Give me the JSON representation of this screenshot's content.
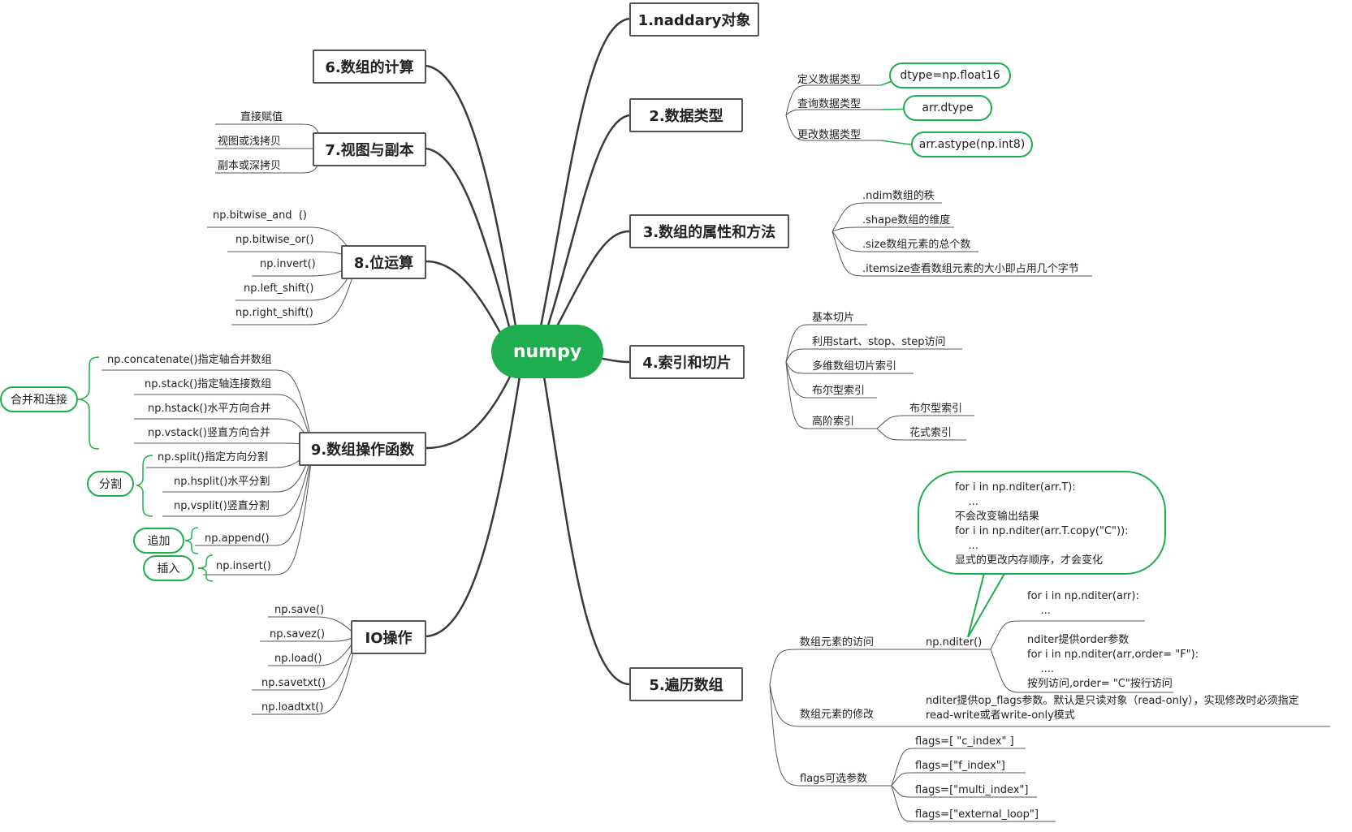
{
  "root": "numpy",
  "n1": "1.naddary对象",
  "n2": "2.数据类型",
  "n3": "3.数组的属性和方法",
  "n4": "4.索引和切片",
  "n5": "5.遍历数组",
  "n6": "6.数组的计算",
  "n7": "7.视图与副本",
  "n8": "8.位运算",
  "n9": "9.数组操作函数",
  "nio": "IO操作",
  "dtype": {
    "define": "定义数据类型",
    "define_ex": "dtype=np.float16",
    "query": "查询数据类型",
    "query_ex": "arr.dtype",
    "change": "更改数据类型",
    "change_ex": "arr.astype(np.int8)"
  },
  "attrs": [
    ".ndim数组的秩",
    ".shape数组的维度",
    ".size数组元素的总个数",
    ".itemsize查看数组元素的大小即占用几个字节"
  ],
  "slicing": {
    "items": [
      "基本切片",
      "利用start、stop、step访问",
      "多维数组切片索引",
      "布尔型索引"
    ],
    "advanced": "高阶索引",
    "advanced_items": [
      "布尔型索引",
      "花式索引"
    ]
  },
  "iterate": {
    "access": "数组元素的访问",
    "nditer": "np.nditer()",
    "bubble": [
      "for i in np.nditer(arr.T):",
      "    ...",
      "不会改变输出结果",
      "for i in np.nditer(arr.T.copy(\"C\")):",
      "    ...",
      "显式的更改内存顺序，才会变化"
    ],
    "loop": [
      "for i in np.nditer(arr):",
      "    ..."
    ],
    "order": [
      "nditer提供order参数",
      "for i in np.nditer(arr,order= \"F\"):",
      "    ....",
      "按列访问,order= \"C\"按行访问"
    ],
    "modify": "数组元素的修改",
    "modify_desc": [
      "nditer提供op_flags参数。默认是只读对象（read-only），实现修改时必须指定",
      "read-write或者write-only模式"
    ],
    "flags": "flags可选参数",
    "flag_items": [
      "flags=[ \"c_index\" ]",
      "flags=[\"f_index\"]",
      "flags=[\"multi_index\"]",
      "flags=[\"external_loop\"]"
    ]
  },
  "copy_items": [
    "直接赋值",
    "视图或浅拷贝",
    "副本或深拷贝"
  ],
  "bit_items": [
    "np.bitwise_and  ()",
    "np.bitwise_or()",
    "np.invert()",
    "np.left_shift()",
    "np.right_shift()"
  ],
  "ops": {
    "merge": "合并和连接",
    "merge_items": [
      "np.concatenate()指定轴合并数组",
      "np.stack()指定轴连接数组",
      "np.hstack()水平方向合并",
      "np.vstack()竖直方向合并"
    ],
    "split": "分割",
    "split_items": [
      "np.split()指定方向分割",
      "np.hsplit()水平分割",
      "np,vsplit()竖直分割"
    ],
    "append": "追加",
    "append_item": "np.append()",
    "insert": "插入",
    "insert_item": "np.insert()"
  },
  "io_items": [
    "np.save()",
    "np.savez()",
    "np.load()",
    "np.savetxt()",
    "np.loadtxt()"
  ]
}
